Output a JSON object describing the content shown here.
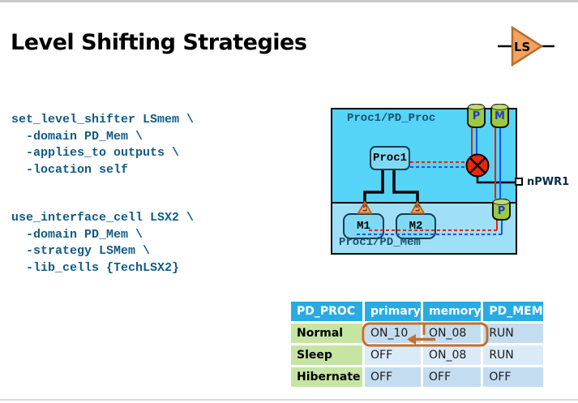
{
  "slide": {
    "title": "Level Shifting Strategies"
  },
  "ls_symbol": {
    "label": "LS"
  },
  "code_blocks": {
    "set_level_shifter": {
      "lines": [
        "set_level_shifter LSmem \\",
        "  -domain PD_Mem \\",
        "  -applies_to outputs \\",
        "  -location self"
      ]
    },
    "use_interface_cell": {
      "lines": [
        "use_interface_cell LSX2 \\",
        "  -domain PD_Mem \\",
        "  -strategy LSMem \\",
        "  -lib_cells {TechLSX2}"
      ]
    }
  },
  "diagram": {
    "top_domain_label": "Proc1/PD_Proc",
    "bottom_domain_label": "Proc1/PD_Mem",
    "proc_block_label": "Proc1",
    "mem_block_1_label": "M1",
    "mem_block_2_label": "M2",
    "port_top_1": "P",
    "port_top_2": "M",
    "port_bottom": "P",
    "net_label": "nPWR1",
    "level_shifter_label": "LS"
  },
  "table": {
    "headers": [
      "PD_PROC",
      "primary",
      "memory",
      "PD_MEM"
    ],
    "rows": [
      {
        "label": "Normal",
        "primary": "ON_10",
        "memory": "ON_08",
        "pd_mem": "RUN"
      },
      {
        "label": "Sleep",
        "primary": "OFF",
        "memory": "ON_08",
        "pd_mem": "RUN"
      },
      {
        "label": "Hibernate",
        "primary": "OFF",
        "memory": "OFF",
        "pd_mem": "OFF"
      }
    ]
  },
  "colors": {
    "code_text": "#115A85",
    "domain_top_bg": "#55D4F8",
    "domain_bottom_bg": "#9FDFF7",
    "block_fill": "#7FD9F4",
    "port_fill": "#9CCA3E",
    "port_letter": "#1E3ECC",
    "supply_red": "#E8220A",
    "supply_blue": "#1A56E8",
    "switch_red": "#ED2508",
    "level_shifter_fill": "#F2A362",
    "level_shifter_border": "#B5651D",
    "table_header_bg": "#29ABE2",
    "table_label_bg": "#C6E5A3",
    "table_cell_bg": "#C3DCF0",
    "table_cell_alt_bg": "#DBEAF7",
    "highlight": "#C2702E"
  }
}
